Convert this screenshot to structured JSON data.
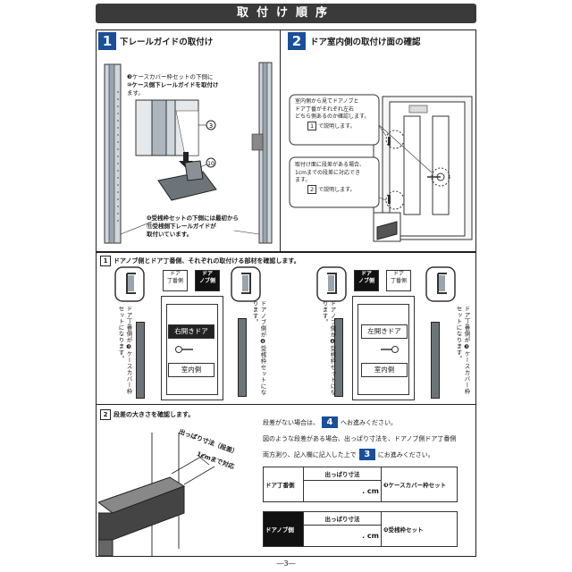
{
  "header": {
    "title": "取付け順序"
  },
  "step1": {
    "num": "1",
    "title": "下レールガイドの取付け",
    "note_top_1": "❸ケースカバー枠セットの下側に",
    "note_top_2": "⑩ケース側下レールガイドを取付け",
    "note_top_3": "ます。",
    "callout_3": "3",
    "callout_10": "10",
    "note_bottom_1": "❹受桟枠セットの下側には最初から",
    "note_bottom_2": "⑪受桟側下レールガイドが",
    "note_bottom_3": "取付いています。"
  },
  "step2": {
    "num": "2",
    "title": "ドア室内側の取付け面の確認",
    "callout_a_1": "室内側から見てドアノブと",
    "callout_a_2": "ドア丁番がそれぞれ左右",
    "callout_a_3": "どちら側あるのか確認します。",
    "callout_a_ref": "1",
    "callout_a_tail": "で説明します。",
    "callout_b_1": "取付け面に段差がある場合、",
    "callout_b_2": "1cmまでの段差に対応でき",
    "callout_b_3": "ます。",
    "callout_b_ref": "2",
    "callout_b_tail": "で説明します。"
  },
  "section1": {
    "num": "1",
    "text": "ドアノブ側とドア丁番側、それぞれの取付ける部材を確認します。",
    "label_hinge": "ドア\n丁番側",
    "label_knob": "ドア\nノブ側",
    "left_door_label": "右開きドア",
    "right_door_label": "左開きドア",
    "indoor_label": "室内側",
    "vt_hinge_case": "ドア丁番側が❸ケースカバー枠セットになります。",
    "vt_knob_receiver": "ドアノブ側が❹受桟枠セットになります。"
  },
  "section2": {
    "num": "2",
    "text": "段差の大きさを確認します。",
    "diag_label_1": "出っぱり寸法（段差）",
    "diag_label_2": "1cmまで対応",
    "line1_pre": "段差がない場合は、",
    "line1_num": "4",
    "line1_post": "へお進みください。",
    "line2": "図のような段差がある場合、出っぱり寸法を、ドアノブ側ドア丁番側",
    "line3_pre": "両方測り、記入欄に記入した上で",
    "line3_num": "3",
    "line3_post": "にお進みください。",
    "table1_row": "ドア丁番側",
    "table1_head": "出っぱり寸法",
    "table1_unit": ". cm",
    "table1_part": "❸ケースカバー枠セット",
    "table2_row": "ドアノブ側",
    "table2_head": "出っぱり寸法",
    "table2_unit": ". cm",
    "table2_part": "❹受桟枠セット"
  },
  "footer": {
    "page": "―3―"
  }
}
